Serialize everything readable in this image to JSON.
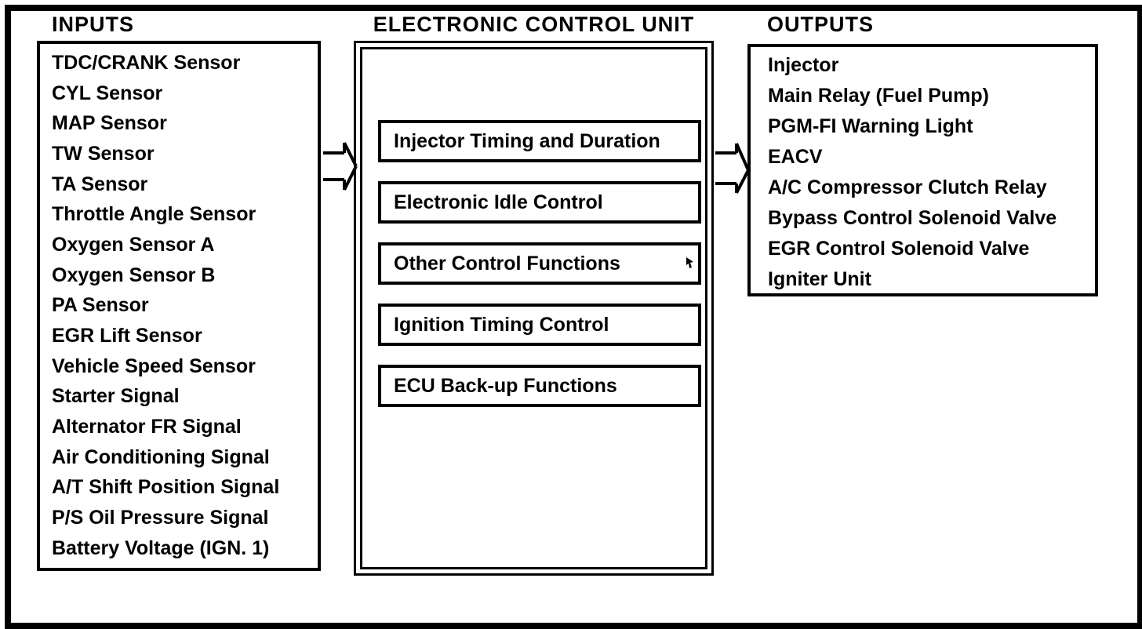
{
  "inputs": {
    "title": "INPUTS",
    "items": [
      "TDC/CRANK Sensor",
      "CYL Sensor",
      "MAP Sensor",
      "TW Sensor",
      "TA Sensor",
      "Throttle Angle Sensor",
      "Oxygen Sensor A",
      "Oxygen Sensor B",
      "PA Sensor",
      "EGR Lift Sensor",
      "Vehicle Speed Sensor",
      "Starter Signal",
      "Alternator FR Signal",
      "Air Conditioning Signal",
      "A/T Shift Position Signal",
      "P/S Oil Pressure Signal",
      "Battery Voltage (IGN. 1)"
    ]
  },
  "ecu": {
    "title": "ELECTRONIC CONTROL UNIT",
    "functions": [
      "Injector Timing and Duration",
      "Electronic Idle Control",
      "Other Control Functions",
      "Ignition Timing Control",
      "ECU Back-up Functions"
    ]
  },
  "outputs": {
    "title": "OUTPUTS",
    "items": [
      "Injector",
      "Main Relay (Fuel Pump)",
      "PGM-FI Warning Light",
      "EACV",
      "A/C Compressor Clutch Relay",
      "Bypass Control Solenoid Valve",
      "EGR Control Solenoid Valve",
      "Igniter Unit"
    ]
  },
  "colors": {
    "ink": "#000000",
    "paper": "#ffffff"
  }
}
